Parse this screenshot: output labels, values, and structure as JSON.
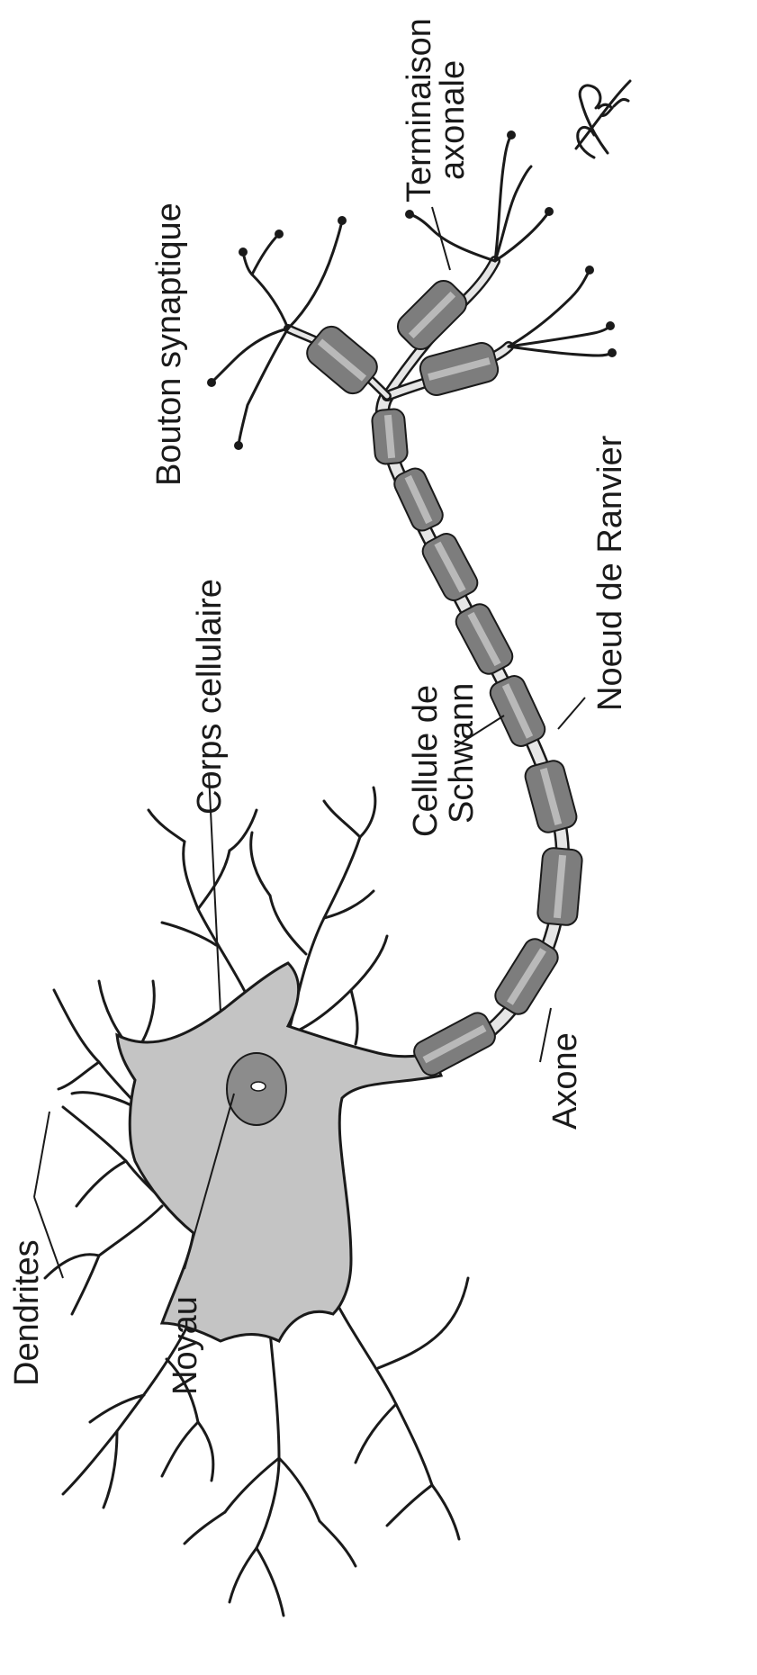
{
  "labels": {
    "dendrites": "Dendrites",
    "noyau": "Noyau",
    "corps_cellulaire": "Corps cellulaire",
    "axone": "Axone",
    "cellule_de_schwann_line1": "Cellule de",
    "cellule_de_schwann_line2": "Schwann",
    "noeud_de_ranvier": "Noeud de Ranvier",
    "bouton_synaptique": "Bouton synaptique",
    "terminaison_axonale_line1": "Terminaison",
    "terminaison_axonale_line2": "axonale"
  },
  "colors": {
    "cell_body": "#c4c4c4",
    "nucleus": "#8c8c8c",
    "schwann": "#7d7d7d",
    "outline": "#1a1a1a"
  }
}
